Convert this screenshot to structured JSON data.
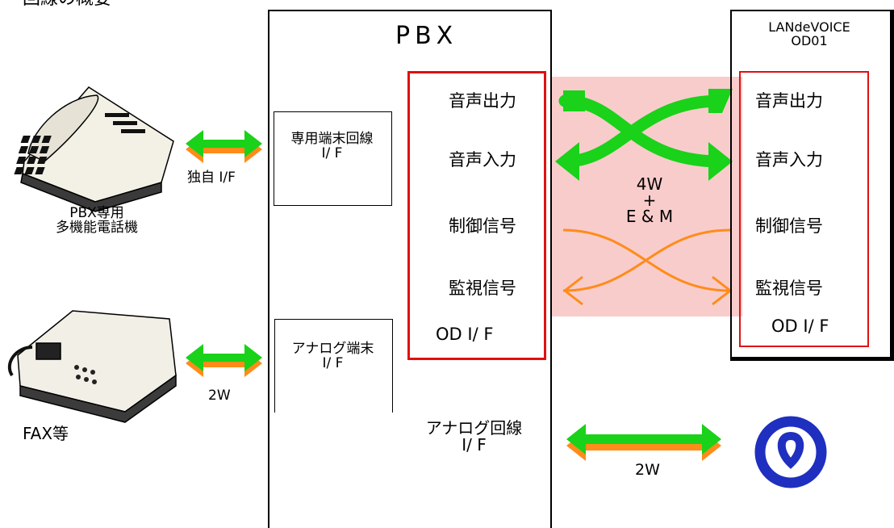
{
  "header": {
    "title": "回線の概要"
  },
  "pbx": {
    "title": "PBX",
    "dedicated_if_label": "専用端末回線\nI/ F",
    "analog_terminal_if_label": "アナログ端末\nI/ F",
    "analog_line_if_label": "アナログ回線\nI/ F",
    "od_if": {
      "voice_out": "音声出力",
      "voice_in": "音声入力",
      "control": "制御信号",
      "monitor": "監視信号",
      "label": "OD I/ F"
    }
  },
  "device": {
    "name": "LANdeVOICE\nOD01",
    "od_if": {
      "voice_out": "音声出力",
      "voice_in": "音声入力",
      "control": "制御信号",
      "monitor": "監視信号",
      "label": "OD I/ F"
    }
  },
  "phone": {
    "label": "PBX専用\n多機能電話機",
    "link_label": "独自 I/F"
  },
  "fax": {
    "label": "FAX等",
    "link_label": "2W"
  },
  "connection": {
    "label": "4W\n+\nE & M"
  },
  "analog_line": {
    "label": "2W"
  },
  "colors": {
    "green": "#19d219",
    "orange": "#ff8c1a",
    "red_border": "#e01010",
    "pink_band": "#f9cccc",
    "ntt_blue": "#1f2fbf"
  }
}
